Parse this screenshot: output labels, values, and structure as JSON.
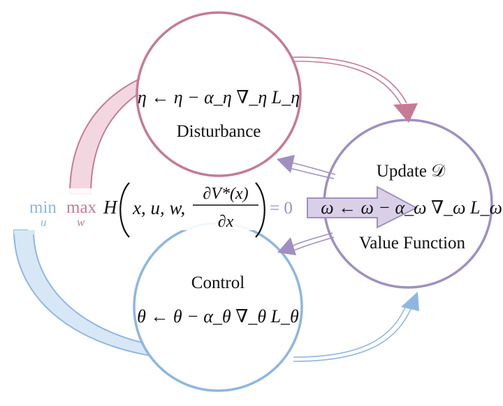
{
  "colors": {
    "disturbance": "#c67a95",
    "disturbance_fill": "#f2d7e0",
    "control": "#8fb6e0",
    "control_fill": "#d8e7f6",
    "value": "#a08fc0",
    "value_fill": "#d9d0e8",
    "text": "#111111"
  },
  "disturbance": {
    "update_rule": "η ← η − α_η ∇_η L_η",
    "label": "Disturbance"
  },
  "control": {
    "label": "Control",
    "update_rule": "θ ← θ − α_θ ∇_θ L_θ"
  },
  "value_function": {
    "title": "Update 𝒟",
    "update_rule": "ω ← ω − α_ω ∇_ω L_ω",
    "label": "Value Function"
  },
  "equation": {
    "min": "min",
    "min_sub": "u",
    "max": "max",
    "max_sub": "w",
    "H": "H",
    "args": "x, u, w,",
    "numerator": "∂V*(x)",
    "denominator": "∂x",
    "rhs": "= 0"
  }
}
